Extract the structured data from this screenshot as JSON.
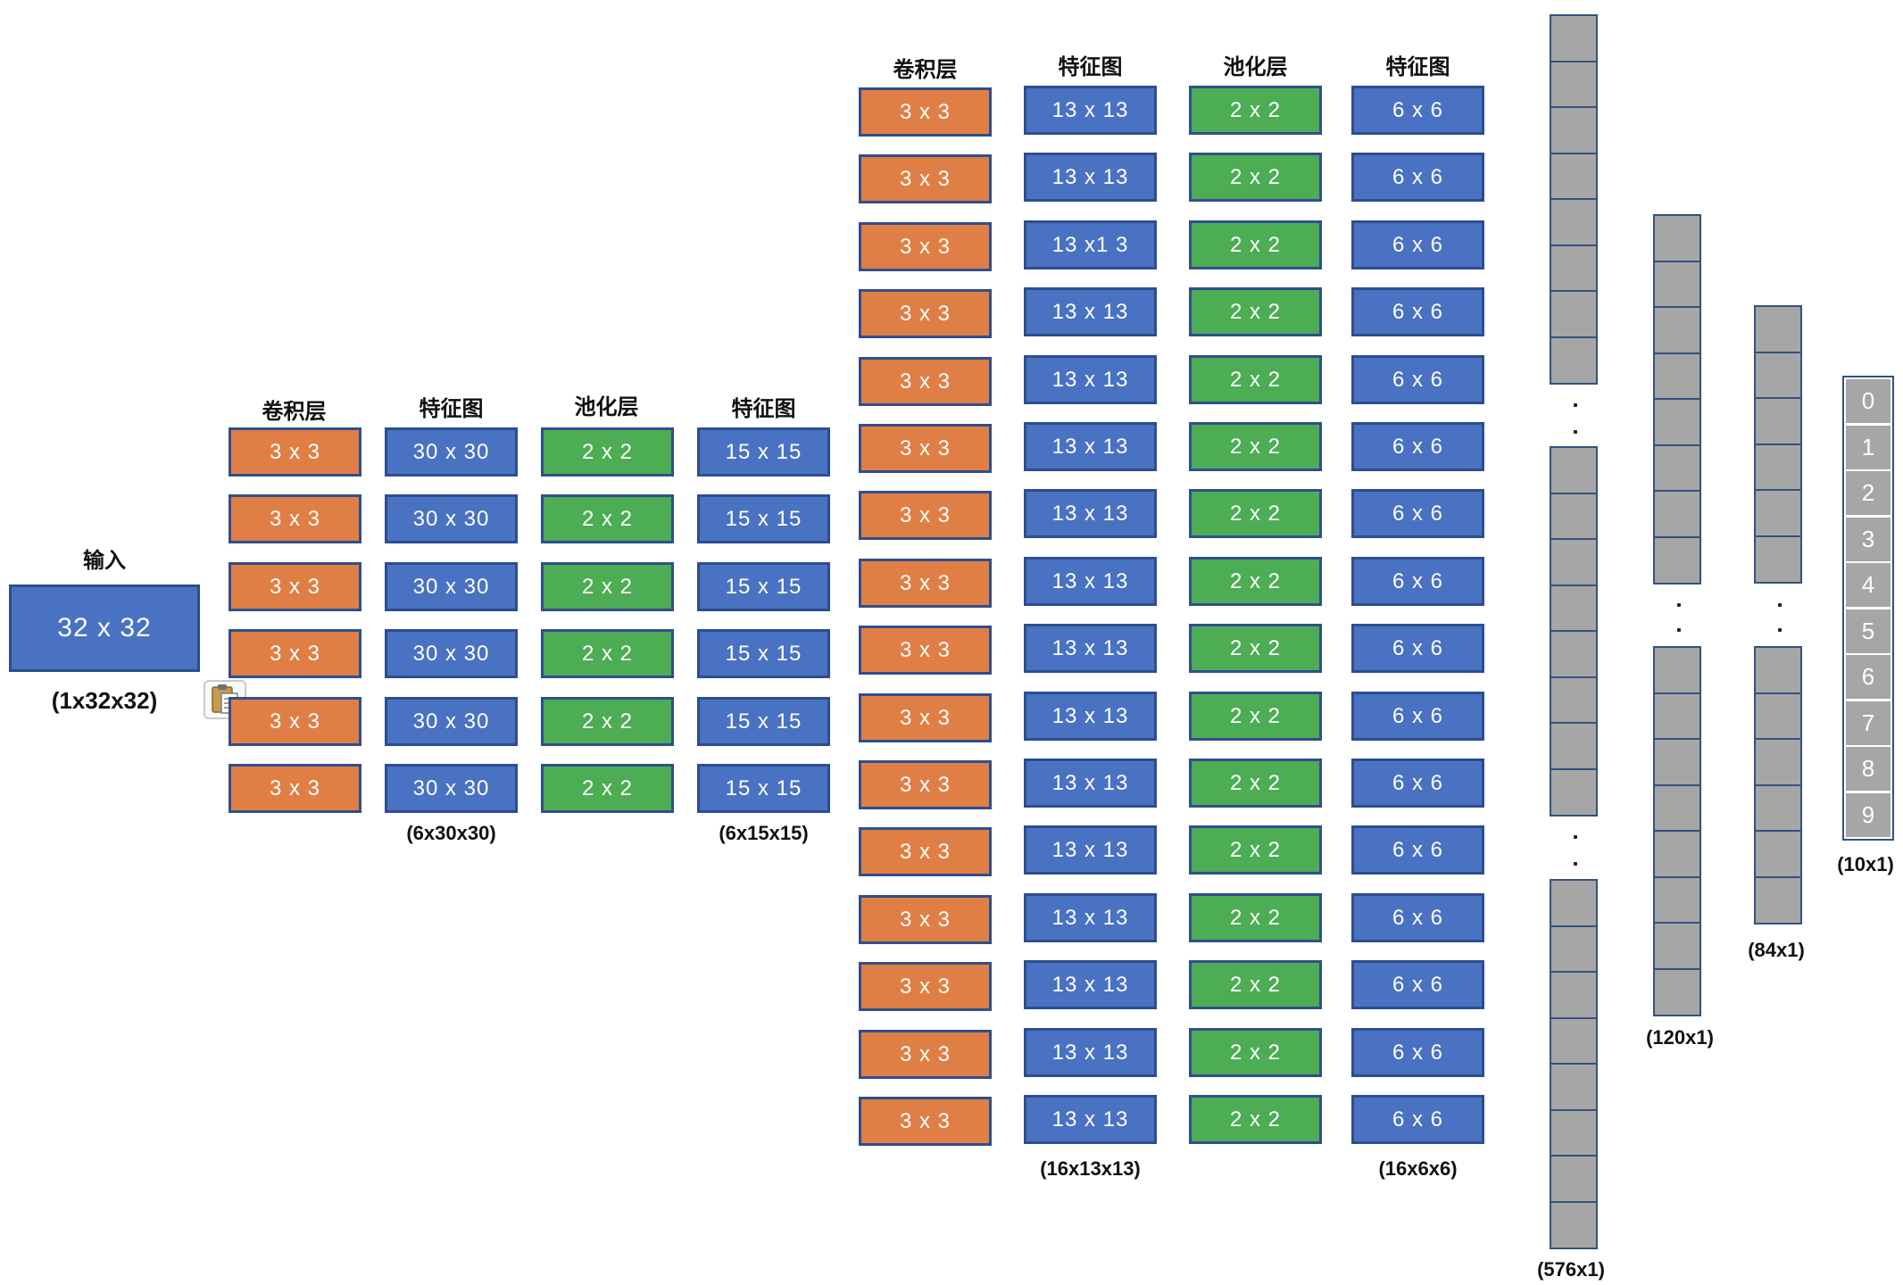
{
  "input": {
    "title": "输入",
    "size": "32 x 32",
    "dims": "(1x32x32)"
  },
  "stage1": {
    "headers": {
      "conv": "卷积层",
      "feature1": "特征图",
      "pool": "池化层",
      "feature2": "特征图"
    },
    "conv": [
      "3 x 3",
      "3 x 3",
      "3 x 3",
      "3 x 3",
      "3 x 3",
      "3 x 3"
    ],
    "feature1": [
      "30 x 30",
      "30 x 30",
      "30 x 30",
      "30 x 30",
      "30 x 30",
      "30 x 30"
    ],
    "pool": [
      "2 x 2",
      "2 x 2",
      "2 x 2",
      "2 x 2",
      "2 x 2",
      "2 x 2"
    ],
    "feature2": [
      "15 x 15",
      "15 x 15",
      "15 x 15",
      "15 x 15",
      "15 x 15",
      "15 x 15"
    ],
    "dims_feature1": "(6x30x30)",
    "dims_feature2": "(6x15x15)"
  },
  "stage2": {
    "headers": {
      "conv": "卷积层",
      "feature1": "特征图",
      "pool": "池化层",
      "feature2": "特征图"
    },
    "conv": [
      "3 x 3",
      "3 x 3",
      "3 x 3",
      "3 x 3",
      "3 x 3",
      "3 x 3",
      "3 x 3",
      "3 x 3",
      "3 x 3",
      "3 x 3",
      "3 x 3",
      "3 x 3",
      "3 x 3",
      "3 x 3",
      "3 x 3",
      "3 x 3"
    ],
    "feature1": [
      "13 x 13",
      "13 x 13",
      "13 x1 3",
      "13 x 13",
      "13 x 13",
      "13 x 13",
      "13 x 13",
      "13 x 13",
      "13 x 13",
      "13 x 13",
      "13 x 13",
      "13 x 13",
      "13 x 13",
      "13 x 13",
      "13 x 13",
      "13 x 13"
    ],
    "pool": [
      "2 x 2",
      "2 x 2",
      "2 x 2",
      "2 x 2",
      "2 x 2",
      "2 x 2",
      "2 x 2",
      "2 x 2",
      "2 x 2",
      "2 x 2",
      "2 x 2",
      "2 x 2",
      "2 x 2",
      "2 x 2",
      "2 x 2",
      "2 x 2"
    ],
    "feature2": [
      "6 x 6",
      "6 x 6",
      "6 x 6",
      "6 x 6",
      "6 x 6",
      "6 x 6",
      "6 x 6",
      "6 x 6",
      "6 x 6",
      "6 x 6",
      "6 x 6",
      "6 x 6",
      "6 x 6",
      "6 x 6",
      "6 x 6",
      "6 x 6"
    ],
    "dims_feature1": "(16x13x13)",
    "dims_feature2": "(16x6x6)"
  },
  "fc": {
    "flatten_dims": "(576x1)",
    "fc1_dims": "(120x1)",
    "fc2_dims": "(84x1)",
    "output_dims": "(10x1)",
    "output_labels": [
      "0",
      "1",
      "2",
      "3",
      "4",
      "5",
      "6",
      "7",
      "8",
      "9"
    ]
  },
  "colors": {
    "conv": "#E07F45",
    "feature_map": "#4A72C2",
    "pool": "#4CAD54",
    "vector_cell": "#A6A6A6",
    "border": "#2F4F8C"
  },
  "icons": {
    "paste": "clipboard-icon"
  }
}
